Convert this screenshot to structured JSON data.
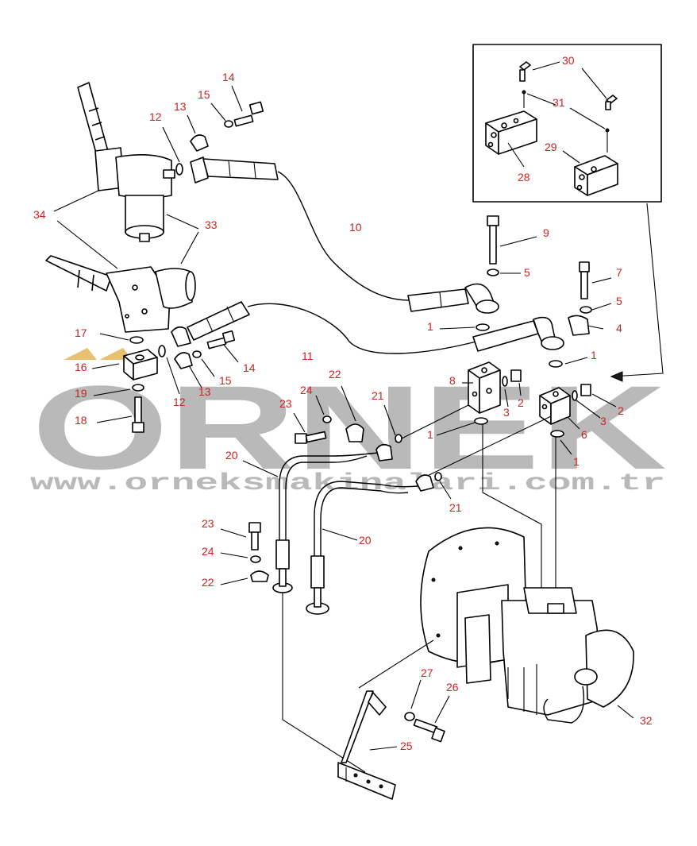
{
  "diagram": {
    "callouts": {
      "c1a": "1",
      "c1b": "1",
      "c1c": "1",
      "c1d": "1",
      "c2a": "2",
      "c2b": "2",
      "c3a": "3",
      "c3b": "3",
      "c4": "4",
      "c5a": "5",
      "c5b": "5",
      "c6": "6",
      "c7": "7",
      "c8": "8",
      "c9": "9",
      "c10": "10",
      "c11": "11",
      "c12a": "12",
      "c12b": "12",
      "c13a": "13",
      "c13b": "13",
      "c14a": "14",
      "c14b": "14",
      "c15a": "15",
      "c15b": "15",
      "c16": "16",
      "c17": "17",
      "c18": "18",
      "c19": "19",
      "c20a": "20",
      "c20b": "20",
      "c21a": "21",
      "c21b": "21",
      "c22a": "22",
      "c22b": "22",
      "c23a": "23",
      "c23b": "23",
      "c24a": "24",
      "c24b": "24",
      "c25": "25",
      "c26": "26",
      "c27": "27",
      "c28": "28",
      "c29": "29",
      "c30": "30",
      "c31": "31",
      "c32": "32",
      "c33": "33",
      "c34": "34"
    }
  },
  "watermark": {
    "brand": "ORNEK",
    "url": "www.orneksmakinalari.com.tr",
    "brand_color": "#b9b9b9",
    "accent_color": "#e8c070"
  },
  "colors": {
    "callout": "#cc2222",
    "line": "#000000"
  }
}
